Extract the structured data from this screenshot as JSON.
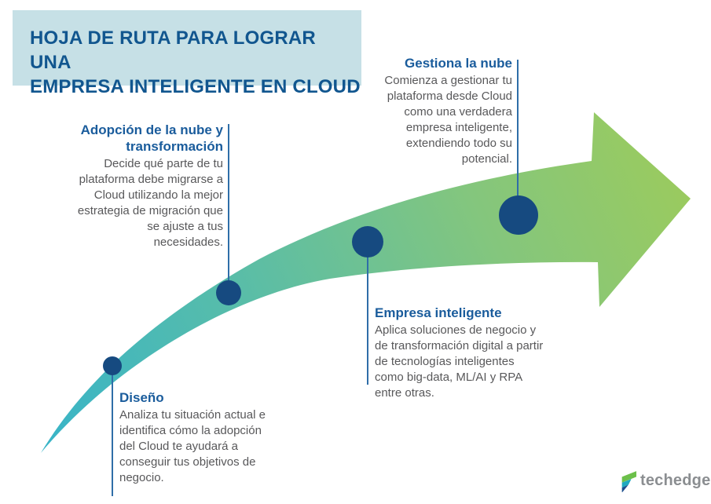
{
  "title": {
    "line1": "HOJA DE RUTA PARA LOGRAR UNA",
    "line2": "EMPRESA INTELIGENTE EN CLOUD"
  },
  "milestones": [
    {
      "heading": "Diseño",
      "body": "Analiza tu situación actual e identifica cómo la adopción del Cloud te ayudará a conseguir tus objetivos de negocio."
    },
    {
      "heading": "Adopción de la nube y transformación",
      "body": "Decide qué parte de tu plataforma debe migrarse a Cloud utilizando la mejor estrategia de migración que se ajuste a tus necesidades."
    },
    {
      "heading": "Empresa inteligente",
      "body": "Aplica soluciones de negocio y de transformación digital a partir de tecnologías inteligentes como big-data, ML/AI y RPA entre otras."
    },
    {
      "heading": "Gestiona la nube",
      "body": "Comienza a gestionar tu plataforma desde Cloud como una verdadera empresa inteligente, extendiendo todo su potencial."
    }
  ],
  "logo": {
    "wordmark": "techedge"
  },
  "colors": {
    "title_bg": "#c6e0e6",
    "title_text": "#11568f",
    "heading_text": "#1a5c9c",
    "body_text": "#58585a",
    "dot": "#164a80",
    "connector_line": "#2f6ea8",
    "arrow_gradient_start": "#38b4c8",
    "arrow_gradient_mid1": "#59bda8",
    "arrow_gradient_mid2": "#84c67d",
    "arrow_gradient_end": "#9ccb5c",
    "logo_text": "#8b8e91",
    "logo_green": "#6cc04a",
    "logo_teal": "#1fa9c0",
    "logo_navy": "#1c4e8d"
  }
}
